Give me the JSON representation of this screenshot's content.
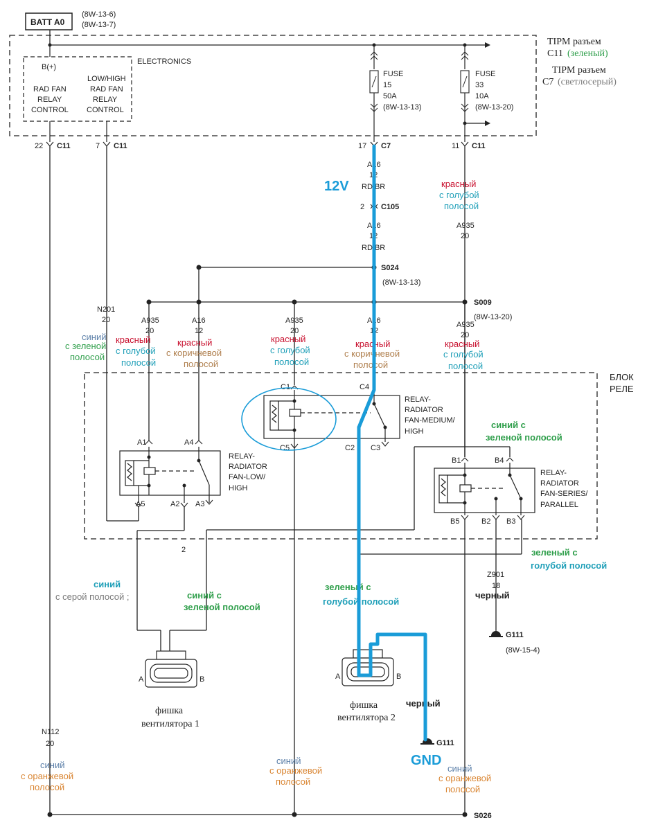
{
  "colors": {
    "wire": "#222222",
    "highlight": "#1a9cd8",
    "red_label": "#c8102e",
    "blue_label": "#1f9fb8",
    "green_label": "#2e9e4a",
    "steel_label": "#5b7fa8",
    "orange_label": "#d98532",
    "brown_label": "#b0804f",
    "gray_label": "#7a7a7a"
  },
  "header": {
    "batt": "BATT A0",
    "batt_ref1": "(8W-13-6)",
    "batt_ref2": "(8W-13-7)",
    "tipm_c11_a": "TIPM разъем",
    "tipm_c11_b": "C11",
    "tipm_c11_c": "(зеленый)",
    "tipm_c7_a": "TIPM разъем",
    "tipm_c7_b": "C7",
    "tipm_c7_c": "(светлосерый)",
    "electronics": "ELECTRONICS"
  },
  "electronics_box": {
    "b_plus": "B(+)",
    "rad_fan": [
      "RAD FAN",
      "RELAY",
      "CONTROL"
    ],
    "low_high": [
      "LOW/HIGH",
      "RAD FAN",
      "RELAY",
      "CONTROL"
    ]
  },
  "fuses": [
    {
      "name": "FUSE",
      "num": "15",
      "amp": "50A",
      "ref": "(8W-13-13)"
    },
    {
      "name": "FUSE",
      "num": "33",
      "amp": "10A",
      "ref": "(8W-13-20)"
    }
  ],
  "connectors": {
    "c11_22": "22",
    "c11_22_name": "C11",
    "c11_7": "7",
    "c11_7_name": "C11",
    "c7_17": "17",
    "c7_17_name": "C7",
    "c11_11": "11",
    "c11_11_name": "C11",
    "c105_pin": "2",
    "c105_name": "C105"
  },
  "wires": {
    "a16_top": [
      "A16",
      "12",
      "RD/BR"
    ],
    "a16_mid": [
      "A16",
      "12",
      "RD/BR"
    ],
    "a935_right": [
      "A935",
      "20"
    ],
    "n201": [
      "N201",
      "20"
    ],
    "a935_a": [
      "A935",
      "20"
    ],
    "a16_b": [
      "A16",
      "12"
    ],
    "a935_c": [
      "A935",
      "20"
    ],
    "a16_d": [
      "A16",
      "12"
    ],
    "a935_e": [
      "A935",
      "20"
    ],
    "z901": [
      "Z901",
      "18"
    ],
    "n112": [
      "N112",
      "20"
    ]
  },
  "splices": {
    "s024": "S024",
    "s024_ref": "(8W-13-13)",
    "s009": "S009",
    "s009_ref": "(8W-13-20)",
    "s026": "S026"
  },
  "relays": {
    "block_a": "БЛОК",
    "block_b": "РЕЛЕ",
    "low_high": [
      "RELAY-",
      "RADIATOR",
      "FAN-LOW/",
      "HIGH"
    ],
    "medium_high": [
      "RELAY-",
      "RADIATOR",
      "FAN-MEDIUM/",
      "HIGH"
    ],
    "series_parallel": [
      "RELAY-",
      "RADIATOR",
      "FAN-SERIES/",
      "PARALLEL"
    ],
    "pins_a": [
      "A1",
      "A4",
      "A5",
      "A2",
      "A3"
    ],
    "pins_c": [
      "C1",
      "C4",
      "C5",
      "C2",
      "C3"
    ],
    "pins_b": [
      "B1",
      "B4",
      "B5",
      "B2",
      "B3"
    ]
  },
  "labels_ru": {
    "red": "красный",
    "with_blue": "с голубой",
    "stripe": "полосой",
    "with_brown": "с коричневой",
    "blue": "синий",
    "with_green": "с зеленой",
    "blue_with_green": "синий с",
    "green_stripe": "зеленой полосой",
    "green_with": "зеленый с",
    "blue_stripe": "голубой полосой",
    "black": "черный",
    "with_gray": "с серой полосой ;",
    "with_orange": "с оранжевой",
    "two": "2"
  },
  "fans": {
    "fan1_a": "фишка",
    "fan1_b": "вентилятора 1",
    "fan2_a": "фишка",
    "fan2_b": "вентилятора 2",
    "pin_a": "A",
    "pin_b": "B"
  },
  "grounds": {
    "g111_1": "G111",
    "g111_ref": "(8W-15-4)",
    "g111_2": "G111"
  },
  "annotations": {
    "v12": "12V",
    "gnd": "GND"
  }
}
